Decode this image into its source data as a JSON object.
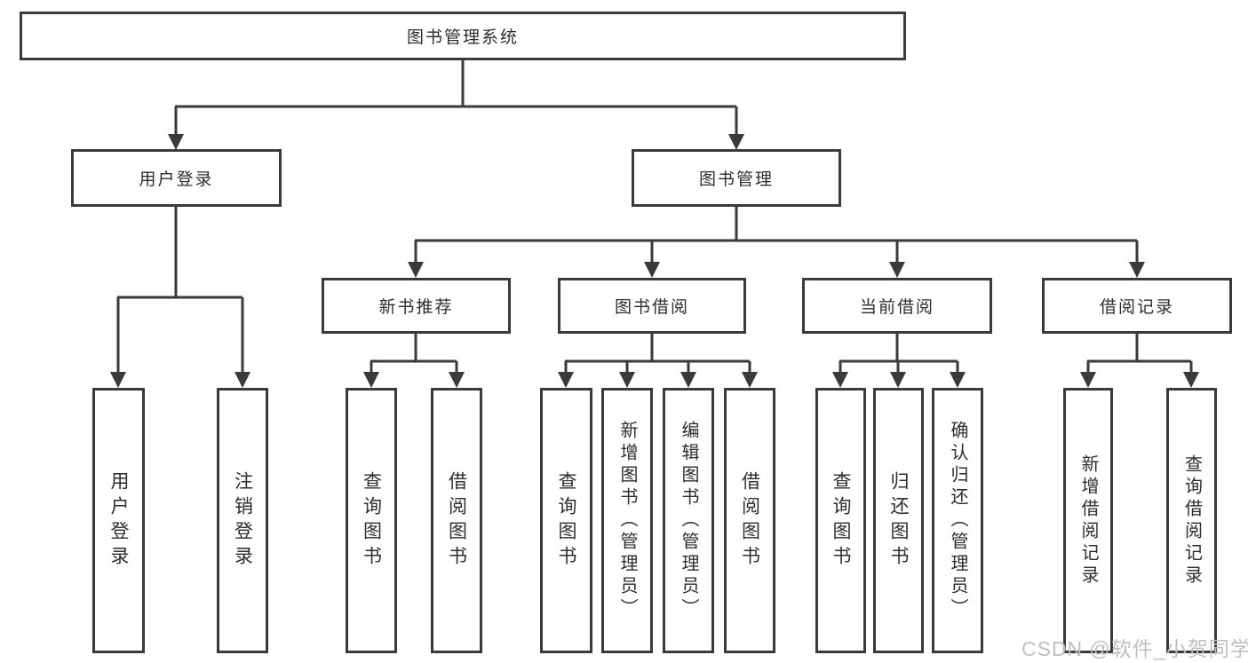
{
  "colors": {
    "line": "#3a3a3a",
    "text": "#2d2d2d",
    "box_background": "#ffffff",
    "page_background": "#ffffff",
    "watermark": "#bfbfbf"
  },
  "diagram": {
    "type": "tree",
    "root": "图书管理系统",
    "branches": [
      {
        "label": "用户登录",
        "children": [
          "用户登录",
          "注销登录"
        ]
      },
      {
        "label": "图书管理",
        "sections": [
          {
            "label": "新书推荐",
            "children": [
              "查询图书",
              "借阅图书"
            ]
          },
          {
            "label": "图书借阅",
            "children": [
              "查询图书",
              "新增图书（管理员）",
              "编辑图书（管理员）",
              "借阅图书"
            ]
          },
          {
            "label": "当前借阅",
            "children": [
              "查询图书",
              "归还图书",
              "确认归还（管理员）"
            ]
          },
          {
            "label": "借阅记录",
            "children": [
              "新增借阅记录",
              "查询借阅记录"
            ]
          }
        ]
      }
    ]
  },
  "watermark": "CSDN @软件_小贺同学"
}
